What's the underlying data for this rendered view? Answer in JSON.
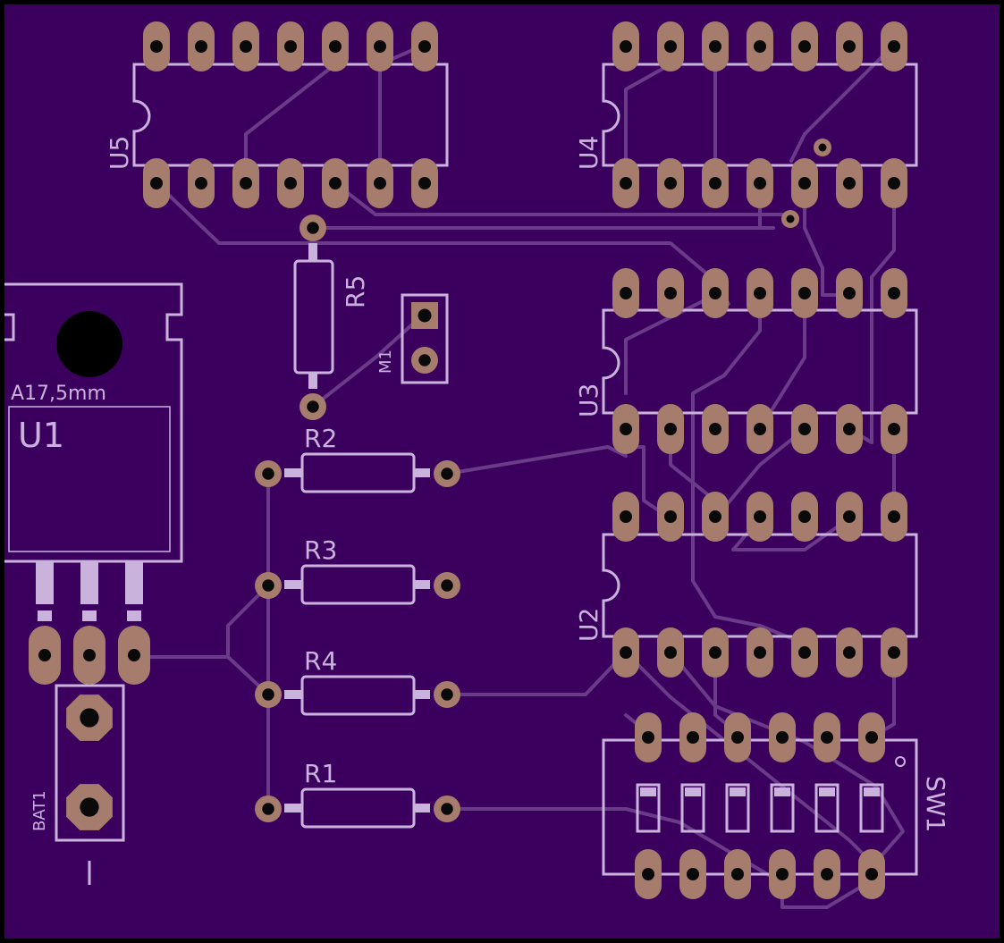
{
  "board": {
    "colors": {
      "substrate": "#3b005e",
      "outline": "#000000",
      "trace": "#6a3b88",
      "silk": "#c9b3dd",
      "pad": "#a67c6c",
      "hole": "#0a0a0a"
    }
  },
  "labels": {
    "u1": "U1",
    "u1_value": "A17,5mm",
    "u2": "U2",
    "u3": "U3",
    "u4": "U4",
    "u5": "U5",
    "r1": "R1",
    "r2": "R2",
    "r3": "R3",
    "r4": "R4",
    "r5": "R5",
    "m1": "M1",
    "sw1": "SW1",
    "bat1": "BAT1"
  },
  "components": {
    "dips": [
      {
        "ref": "U5",
        "pins_per_side": 7
      },
      {
        "ref": "U4",
        "pins_per_side": 7
      },
      {
        "ref": "U3",
        "pins_per_side": 7
      },
      {
        "ref": "U2",
        "pins_per_side": 7
      }
    ],
    "switch": {
      "ref": "SW1",
      "positions": 6
    },
    "resistors": [
      "R1",
      "R2",
      "R3",
      "R4",
      "R5"
    ],
    "regulator": {
      "ref": "U1",
      "pins": 3
    },
    "battery": {
      "ref": "BAT1",
      "pins": 2
    },
    "header": {
      "ref": "M1",
      "pins": 2
    }
  }
}
